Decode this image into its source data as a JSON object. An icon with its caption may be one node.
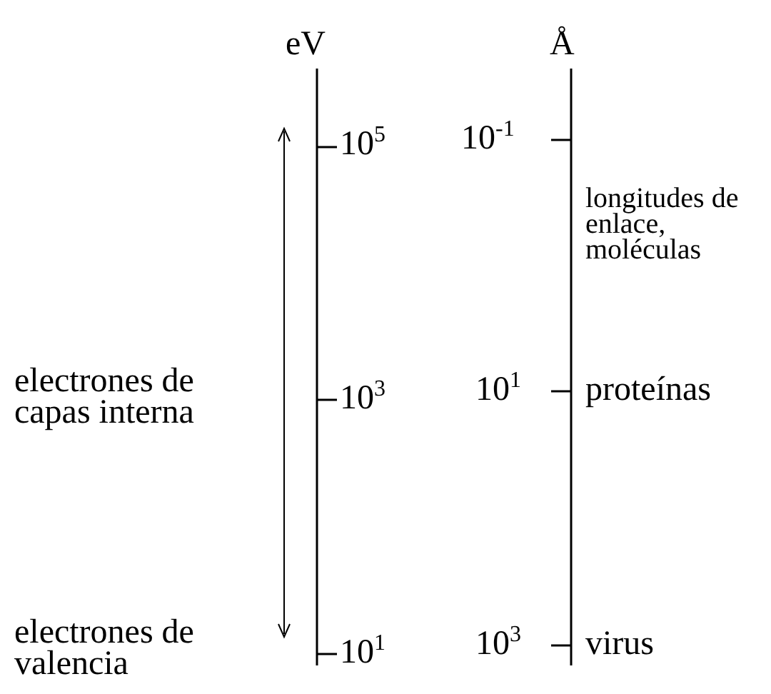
{
  "diagram": {
    "labels": [
      "eV",
      "Å",
      "10$^{5}$",
      "10$^{-1}$",
      "longitudes de enlace, moléculas",
      "electrones de capas interna",
      "10$^{3}$",
      "10$^{1}$",
      "proteínas",
      "electrones de valencia",
      "10$^{1}$",
      "10$^{3}$",
      "virus"
    ]
  }
}
